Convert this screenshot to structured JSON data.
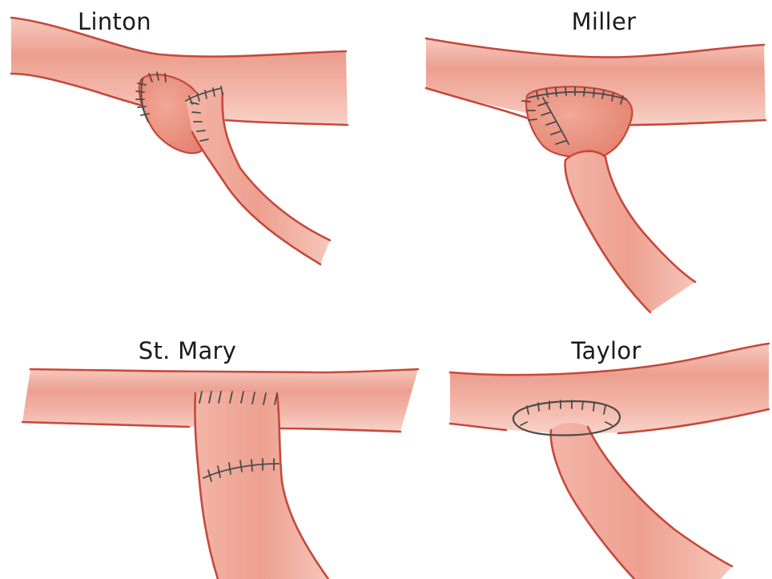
{
  "panels": [
    {
      "title": "Linton"
    },
    {
      "title": "Miller"
    },
    {
      "title": "St. Mary"
    },
    {
      "title": "Taylor"
    }
  ],
  "colors": {
    "vessel_fill": "#f0b2a5",
    "vessel_fill_dark": "#e89382",
    "vessel_edge": "#c7483c",
    "suture": "#4b4b4b"
  }
}
